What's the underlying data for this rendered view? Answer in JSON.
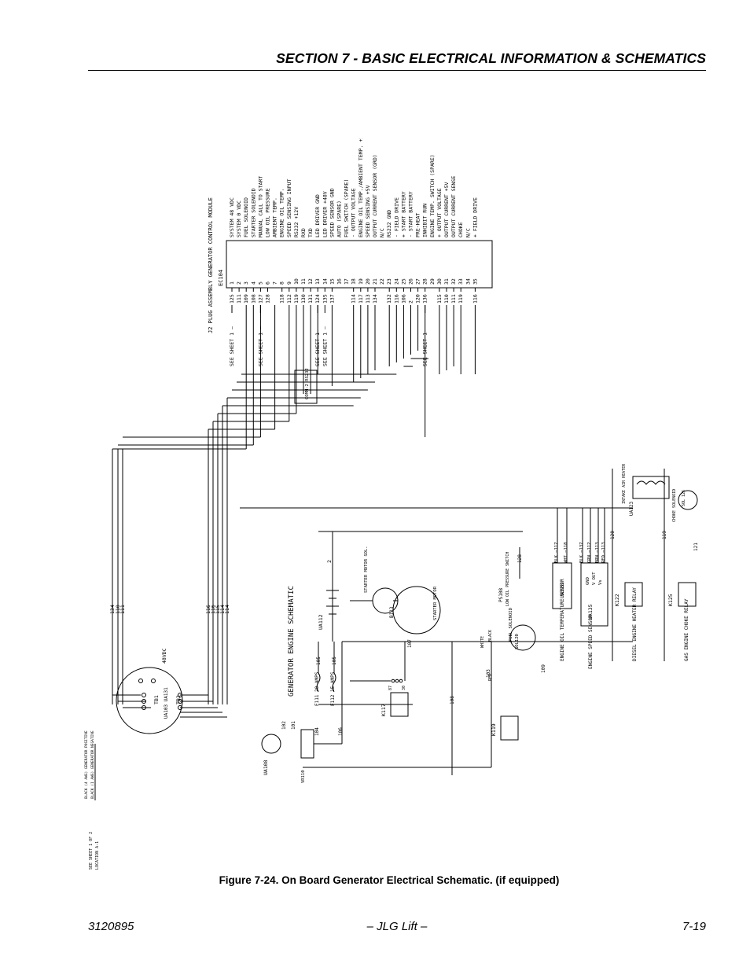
{
  "header": {
    "title": "SECTION 7 - BASIC ELECTRICAL INFORMATION & SCHEMATICS"
  },
  "schematic": {
    "module_title": "J2 PLUG ASSEMBLY GENERATOR CONTROL MODULE",
    "module_id": "EC104",
    "see_sheet": "SEE SHEET 1",
    "pins": [
      {
        "n": "1",
        "wire": "125",
        "label": "SYSTEM 48 VDC",
        "see": true
      },
      {
        "n": "2",
        "wire": "111",
        "label": "SYSTEM 0 VDC",
        "see": false
      },
      {
        "n": "3",
        "wire": "109",
        "label": "FUEL SOLENOID",
        "see": false
      },
      {
        "n": "4",
        "wire": "108",
        "label": "STARTER SOLENOID",
        "see": false
      },
      {
        "n": "5",
        "wire": "127",
        "label": "MANUAL CALL TO START",
        "see": true
      },
      {
        "n": "6",
        "wire": "128",
        "label": "LOW OIL PRESSURE",
        "see": false
      },
      {
        "n": "7",
        "wire": "",
        "label": "AMBIENT TEMP.",
        "see": false
      },
      {
        "n": "8",
        "wire": "118",
        "label": "ENGINE OIL TEMP.",
        "see": false
      },
      {
        "n": "9",
        "wire": "112",
        "label": "SPEED SENSING INPUT",
        "see": false
      },
      {
        "n": "10",
        "wire": "119",
        "label": "RS232 +12V",
        "see": false
      },
      {
        "n": "11",
        "wire": "130",
        "label": "RXD",
        "see": false
      },
      {
        "n": "12",
        "wire": "131",
        "label": "TXD",
        "see": false
      },
      {
        "n": "13",
        "wire": "124",
        "label": "LED DRIVER GND",
        "see": true
      },
      {
        "n": "14",
        "wire": "135",
        "label": "LED DRIVER +48V",
        "see": true
      },
      {
        "n": "15",
        "wire": "137",
        "label": "SPEED SENSOR GND",
        "see": false
      },
      {
        "n": "16",
        "wire": "",
        "label": "AUTO (SPARE)",
        "see": false
      },
      {
        "n": "17",
        "wire": "",
        "label": "FUEL SWITCH (SPARE)",
        "see": false
      },
      {
        "n": "18",
        "wire": "114",
        "label": "- OUTPUT VOLTAGE",
        "see": false
      },
      {
        "n": "19",
        "wire": "117",
        "label": "ENGINE OIL TEMP./AMBIENT TEMP. +5V",
        "see": false
      },
      {
        "n": "20",
        "wire": "113",
        "label": "SPEED SENSING +5V",
        "see": false
      },
      {
        "n": "21",
        "wire": "134",
        "label": "OUTPUT CURRENT SENSOR (GRD)",
        "see": false
      },
      {
        "n": "22",
        "wire": "",
        "label": "N/C",
        "see": false
      },
      {
        "n": "23",
        "wire": "132",
        "label": "RS232 GND",
        "see": false
      },
      {
        "n": "24",
        "wire": "116",
        "label": "- FIELD DRIVE",
        "see": false
      },
      {
        "n": "25",
        "wire": "106",
        "label": "+ START BATTERY",
        "see": false
      },
      {
        "n": "26",
        "wire": "2",
        "label": "- START BATTERY",
        "see": false
      },
      {
        "n": "27",
        "wire": "120",
        "label": "PRE-HEAT",
        "see": false
      },
      {
        "n": "28",
        "wire": "136",
        "label": "INHIBIT RUN",
        "see": true
      },
      {
        "n": "29",
        "wire": "",
        "label": "ENGINE TEMP. SWITCH (SPARE)",
        "see": false
      },
      {
        "n": "30",
        "wire": "115",
        "label": "+ OUTPUT VOLTAGE",
        "see": false
      },
      {
        "n": "31",
        "wire": "110",
        "label": "OUTPUT CURRENT +5V",
        "see": false
      },
      {
        "n": "32",
        "wire": "111",
        "label": "OUTPUT CURRENT SENSE",
        "see": false
      },
      {
        "n": "33",
        "wire": "119",
        "label": "CHOKE",
        "see": false
      },
      {
        "n": "34",
        "wire": "",
        "label": "N/C",
        "see": false
      },
      {
        "n": "35",
        "wire": "116",
        "label": "+ FIELD DRIVE",
        "see": false
      }
    ],
    "title": "GENERATOR ENGINE SCHEMATIC",
    "comm_label": "COMM-2 RS232",
    "left_wires": [
      "134",
      "110",
      "111"
    ],
    "tb_wires": [
      "116",
      "116",
      "115",
      "114",
      "114"
    ],
    "ua103": {
      "id": "UA103 UA131",
      "tb1": "TB1",
      "tb2": "TB2",
      "rating": "48VDC",
      "terms": "1 2 3",
      "terms2": "1 2 3"
    },
    "ua108": "UA108",
    "vr110": "VR110",
    "f111": "F111 20 AMPS",
    "f112": "F112 15 AMPS",
    "ua112": "UA112",
    "starter_sol": "STARTER MOTOR SOL.",
    "b113": "B113",
    "starter_motor": "STARTER MOTOR",
    "fuel_sol": "FUEL SOLENOID",
    "sol120": "SOL120",
    "ps108": "PS108",
    "low_oil": "LOW OIL PRESSURE SWITCH",
    "k117": "K117",
    "k119": "K119",
    "k122": "K122",
    "k125": "K125",
    "ua128": "UA128",
    "ua135": "UA135",
    "oil_temp": "ENGINE OIL TEMPERATURE SENSOR",
    "speed_sensor": "ENGINE SPEED SENSOR",
    "diesel_relay": "DIESEL ENGINE HEATER RELAY",
    "gas_relay": "GAS ENGINE CHOKE RELAY",
    "intake_heater": "INTAKE AIR HEATER",
    "ua123": "UA123",
    "choke_sol": "CHOKE SOLENOID",
    "sol126": "SOL 126",
    "wire_black": "BLACK",
    "wire_white": "WHITE",
    "wire_red": "RED",
    "wire_blk": "BLK",
    "wire_wht": "WHT",
    "wire_grn": "GRN",
    "wire_brn": "BRN",
    "wire_red_short": "RED",
    "vout": "V OUT",
    "vs": "Vs",
    "gnd": "GND",
    "relay_terms": [
      "87",
      "87a",
      "30",
      "86",
      "85"
    ],
    "wire_nums": [
      "2",
      "2",
      "2",
      "107",
      "107",
      "103",
      "105",
      "105",
      "104",
      "101",
      "102",
      "103",
      "108",
      "109",
      "110",
      "117",
      "118",
      "113",
      "137",
      "112",
      "128",
      "120",
      "119",
      "121",
      "106"
    ],
    "note_1": "SEE SHEET 1 OF 2",
    "note_2": "LOCATION A-1",
    "note_3": "BLACK (4 AWG) GENERATOR POSITIVE",
    "note_4": "BLACK (1 AWG) GENERATOR NEGATIVE"
  },
  "caption": "Figure 7-24.  On Board Generator Electrical Schematic. (if equipped)",
  "footer": {
    "left": "3120895",
    "center": "– JLG Lift –",
    "right": "7-19"
  }
}
